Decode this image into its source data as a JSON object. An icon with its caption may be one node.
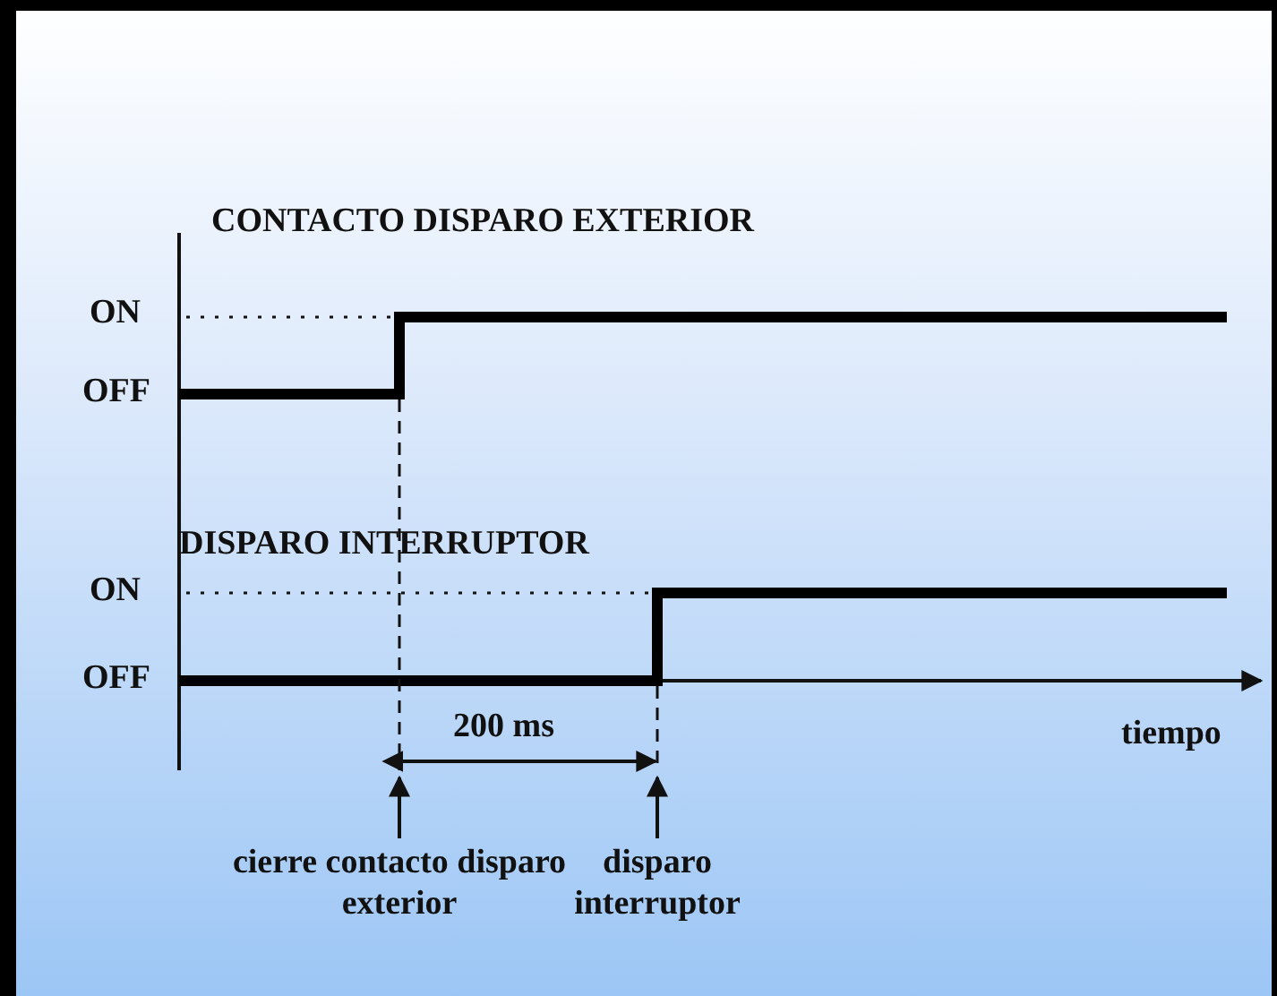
{
  "diagram": {
    "nodes": [
      {
        "text": [
          "cierre contacto disparo exterior"
        ]
      },
      {
        "text": [
          "disparo interruptor"
        ]
      }
    ],
    "edges": [
      {
        "from": 0,
        "to": null,
        "arrow": "to"
      },
      {
        "from": 1,
        "to": null,
        "arrow": "to"
      }
    ],
    "labels": [
      "CONTACTO DISPARO EXTERIOR",
      "ON",
      "OFF",
      "DISPARO INTERRUPTOR",
      "ON",
      "OFF",
      "200 ms",
      "tiempo"
    ]
  }
}
